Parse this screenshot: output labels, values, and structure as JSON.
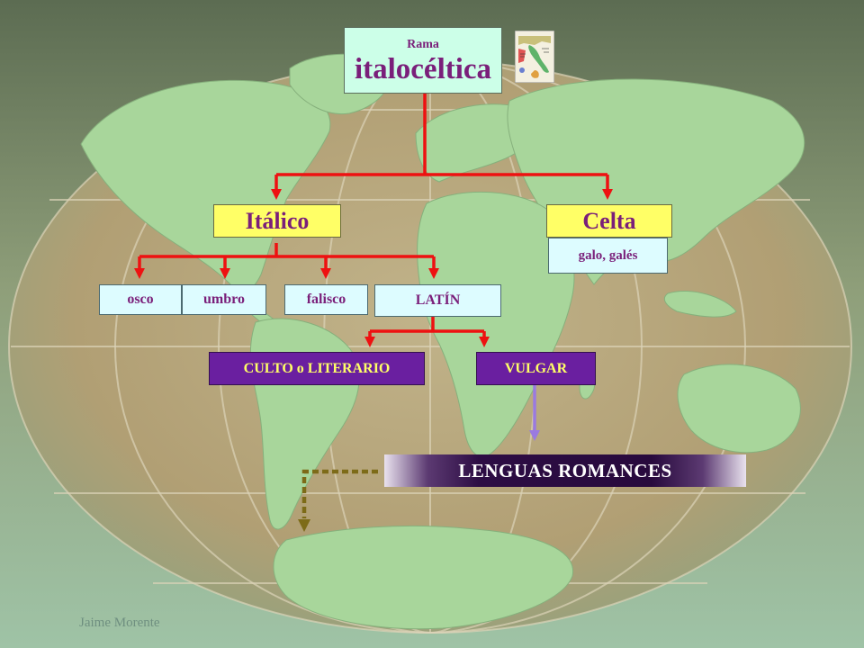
{
  "root": {
    "prefix": "Rama",
    "title": "italocéltica"
  },
  "branches": {
    "italico": "Itálico",
    "celta": {
      "label": "Celta",
      "sub": "galo, galés"
    }
  },
  "italic_languages": [
    "osco",
    "umbro",
    "falisco",
    "LATÍN"
  ],
  "latin_varieties": {
    "culto": "CULTO o LITERARIO",
    "vulgar": "VULGAR"
  },
  "result": "LENGUAS ROMANCES",
  "author": "Jaime Morente",
  "colors": {
    "connector": "#ee1111",
    "vulgar_arrow": "#9a7ae0",
    "culto_dotted_arrow": "#7d6b18",
    "box_yellow": "#ffff66",
    "box_cyan": "#ddfcff",
    "box_purple": "#6a1fa0",
    "text_purple": "#7a1f7a"
  }
}
